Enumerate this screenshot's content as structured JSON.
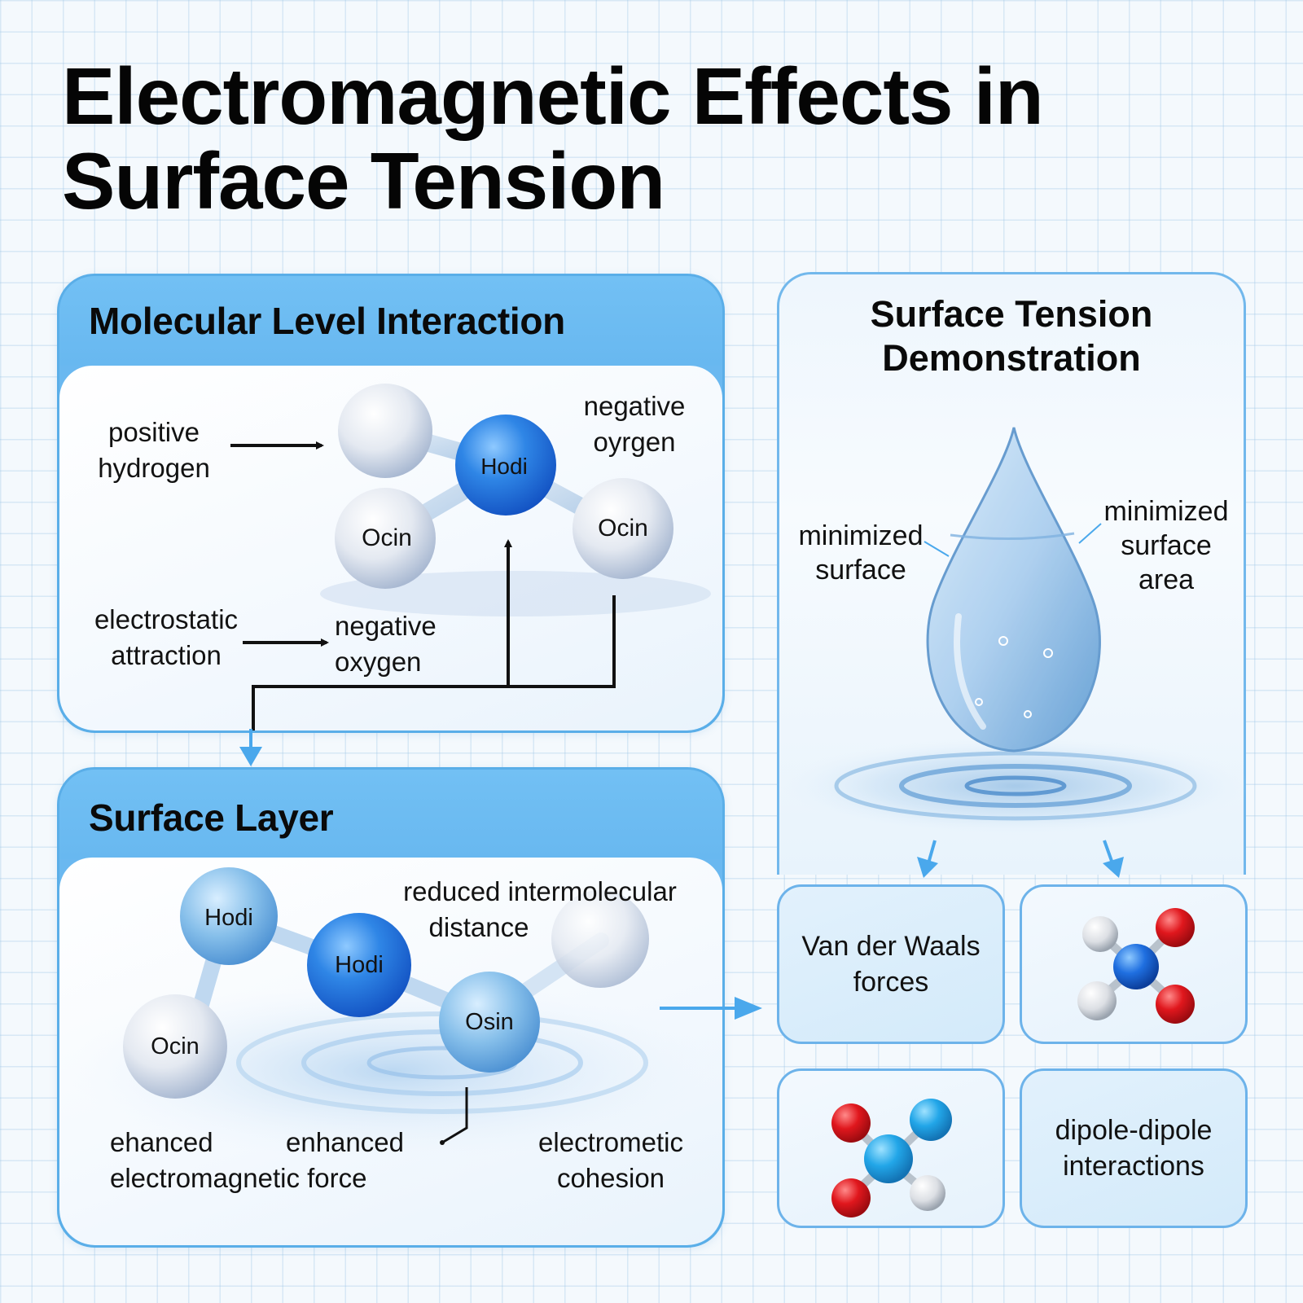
{
  "title": {
    "line1": "Electromagnetic Effects in",
    "line2": "Surface Tension"
  },
  "colors": {
    "panel_header": "#6ab8f0",
    "panel_border": "#5aaee8",
    "accent_arrow": "#4aa8ec",
    "oxygen_red": "#e0171d",
    "atom_blue": "#2f86e6",
    "atom_cyan": "#2cb0ec",
    "atom_white": "#e6ebf2",
    "grid_line": "#cfe3f3",
    "background": "#f4f9fd"
  },
  "molecular_panel": {
    "title": "Molecular Level Interaction",
    "labels": {
      "positive_hydrogen": [
        "positive",
        "hydrogen"
      ],
      "negative_oxygen_top": [
        "negative",
        "oyrgen"
      ],
      "electrostatic_attraction": [
        "electrostatic",
        "attraction"
      ],
      "negative_oxygen_bottom": [
        "negative",
        "oxygen"
      ]
    },
    "atoms": [
      {
        "label": "",
        "color": "white"
      },
      {
        "label": "Hodi",
        "color": "blue"
      },
      {
        "label": "Ocin",
        "color": "white"
      },
      {
        "label": "Ocin",
        "color": "white"
      }
    ]
  },
  "surface_panel": {
    "title": "Surface Layer",
    "labels": {
      "reduced_distance": [
        "reduced intermolecular",
        "distance"
      ],
      "ehanced": "ehanced",
      "enhanced": "enhanced",
      "electromagnetic_force": "electromagnetic force",
      "electrometic_cohesion": [
        "electrometic",
        "cohesion"
      ]
    },
    "atoms": [
      {
        "label": "Hodi",
        "color": "glass-blue"
      },
      {
        "label": "Hodi",
        "color": "blue"
      },
      {
        "label": "Osin",
        "color": "glass-blue"
      },
      {
        "label": "Ocin",
        "color": "white"
      },
      {
        "label": "",
        "color": "white"
      }
    ]
  },
  "demo_panel": {
    "title": [
      "Surface Tension",
      "Demonstration"
    ],
    "left_label": [
      "minimized",
      "surface"
    ],
    "right_label": [
      "minimized",
      "surface",
      "area"
    ]
  },
  "cards": [
    {
      "type": "text",
      "text": [
        "Van der Waals",
        "forces"
      ]
    },
    {
      "type": "molecule",
      "icon": "molecule-blue-red-white-icon"
    },
    {
      "type": "molecule",
      "icon": "molecule-cyan-red-white-icon"
    },
    {
      "type": "text",
      "text": [
        "dipole-dipole",
        "interactions"
      ]
    }
  ]
}
